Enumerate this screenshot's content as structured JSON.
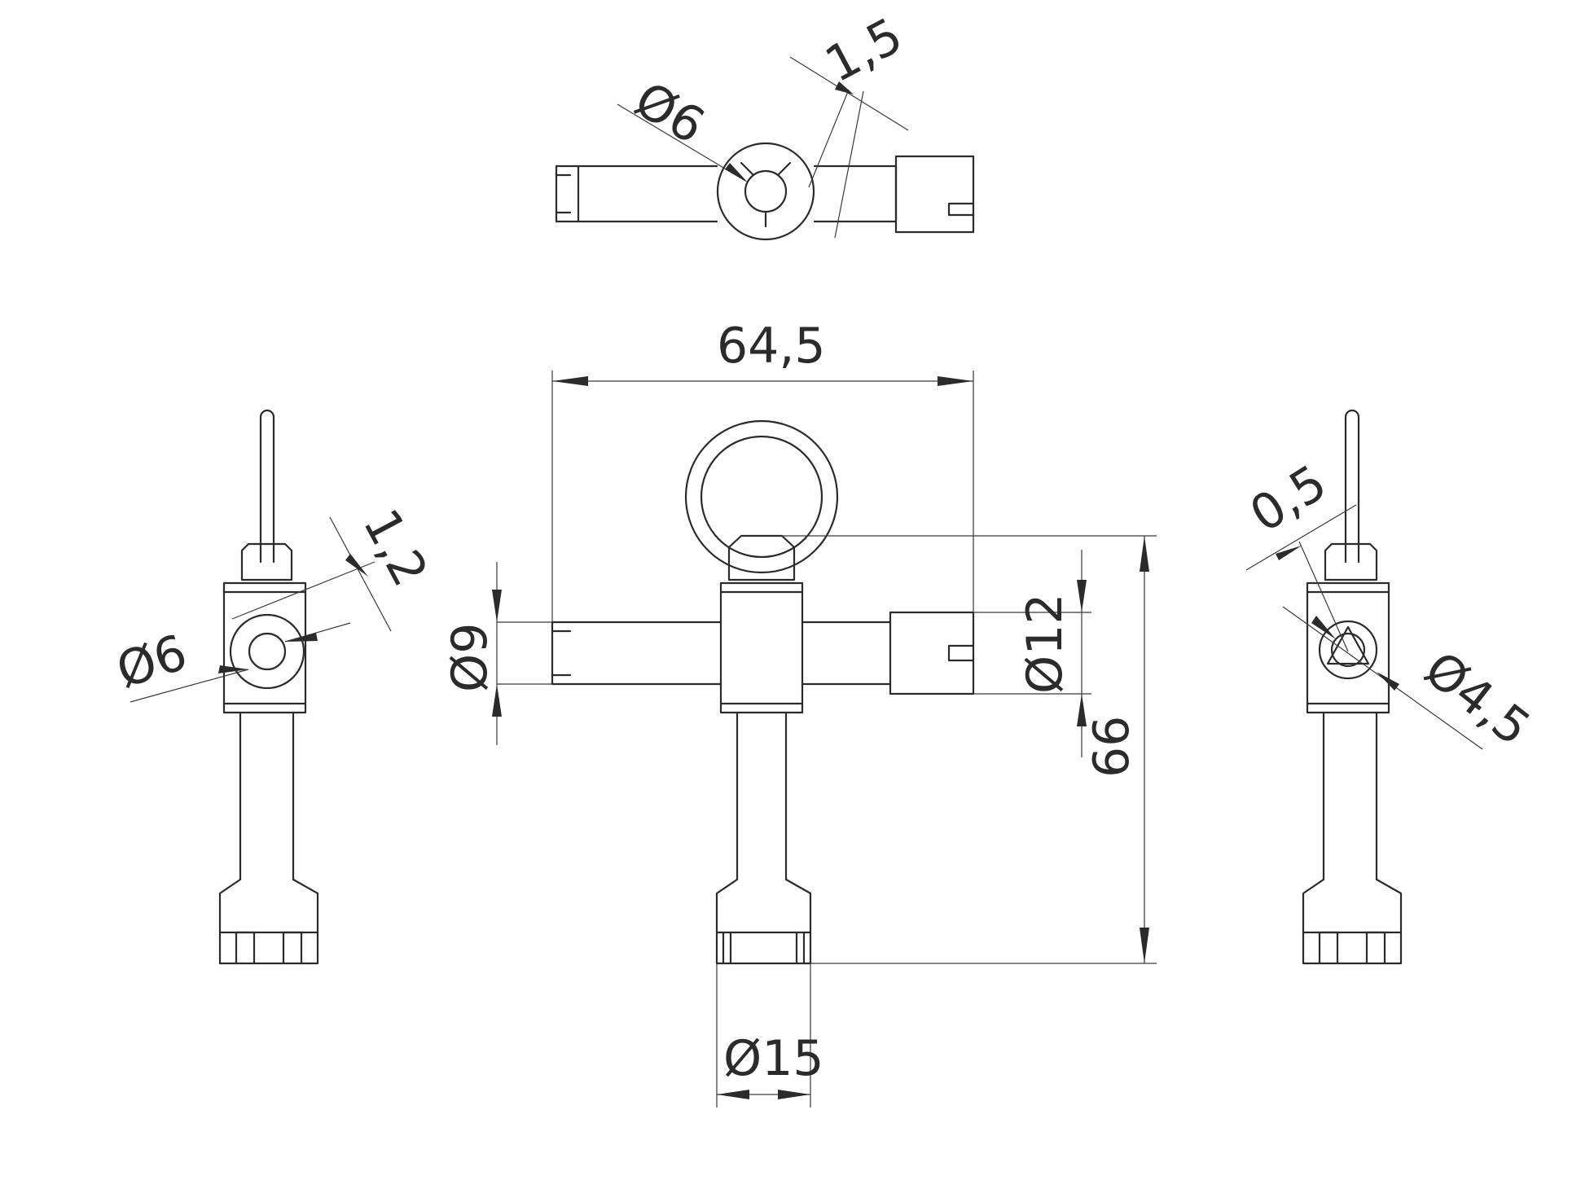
{
  "dimensions": {
    "top_ring_diameter": "Ø6",
    "top_wall": "1,5",
    "width": "64,5",
    "shaft_diameter": "Ø9",
    "head_diameter": "Ø12",
    "height": "66",
    "bottom_diameter": "Ø15",
    "left_ring_diameter": "Ø6",
    "left_wall": "1,2",
    "right_wall": "0,5",
    "right_hole_diameter": "Ø4,5"
  },
  "colors": {
    "line": "#2b2b2b",
    "background": "#ffffff"
  }
}
